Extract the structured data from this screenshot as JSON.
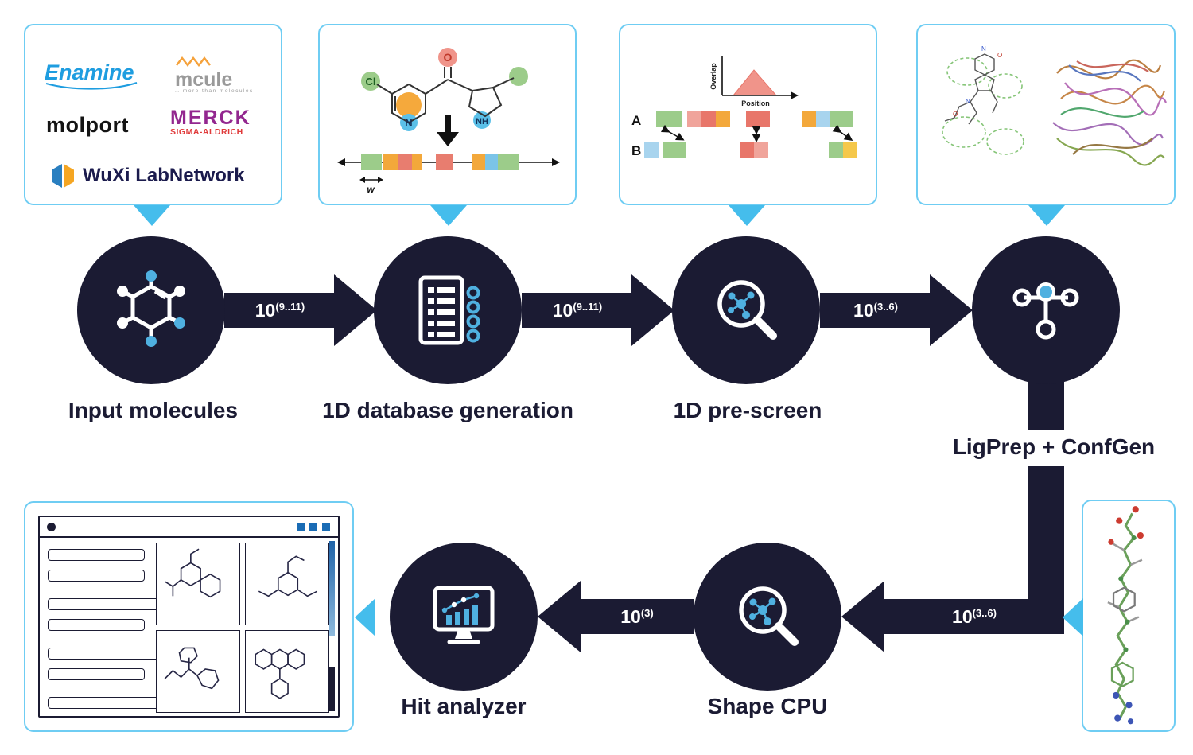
{
  "palette": {
    "navy": "#1b1b33",
    "cyan_arrow": "#45bdec",
    "callout_border": "#6fcdf3",
    "icon_blue": "#4fb0e0",
    "window_square_blue": "#1a6cb5"
  },
  "nodes": {
    "input": "Input molecules",
    "database": "1D database generation",
    "prescreen": "1D pre-screen",
    "ligprep": "LigPrep + ConfGen",
    "shape": "Shape CPU",
    "hit": "Hit analyzer"
  },
  "arrows": {
    "a1": {
      "base": "10",
      "exp": "(9..11)"
    },
    "a2": {
      "base": "10",
      "exp": "(9..11)"
    },
    "a3": {
      "base": "10",
      "exp": "(3..6)"
    },
    "a4": {
      "base": "10",
      "exp": "(3..6)"
    },
    "a5": {
      "base": "10",
      "exp": "(3)"
    }
  },
  "vendors": {
    "enamine": "Enamine",
    "mcule": "mcule",
    "mcule_tagline": "...more than molecules",
    "molport": "molport",
    "merck": "MERCK",
    "sigma_aldrich": "SIGMA-ALDRICH",
    "wuxi": "WuXi LabNetwork"
  },
  "fingerprint_box": {
    "cl": "Cl",
    "o": "O",
    "n": "N",
    "nh": "NH",
    "w": "w"
  },
  "prescreen_box": {
    "overlap": "Overlap",
    "position": "Position",
    "row_a": "A",
    "row_b": "B"
  }
}
